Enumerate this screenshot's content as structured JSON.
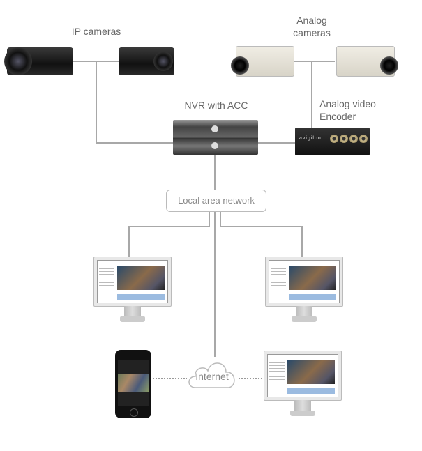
{
  "labels": {
    "ip_cameras": "IP cameras",
    "analog_cameras_line1": "Analog",
    "analog_cameras_line2": "cameras",
    "nvr": "NVR with ACC",
    "encoder_line1": "Analog video",
    "encoder_line2": "Encoder",
    "lan": "Local area network",
    "internet": "Internet",
    "encoder_brand": "avigilon"
  },
  "colors": {
    "wire": "#a8a8a8",
    "dotted": "#999999"
  }
}
